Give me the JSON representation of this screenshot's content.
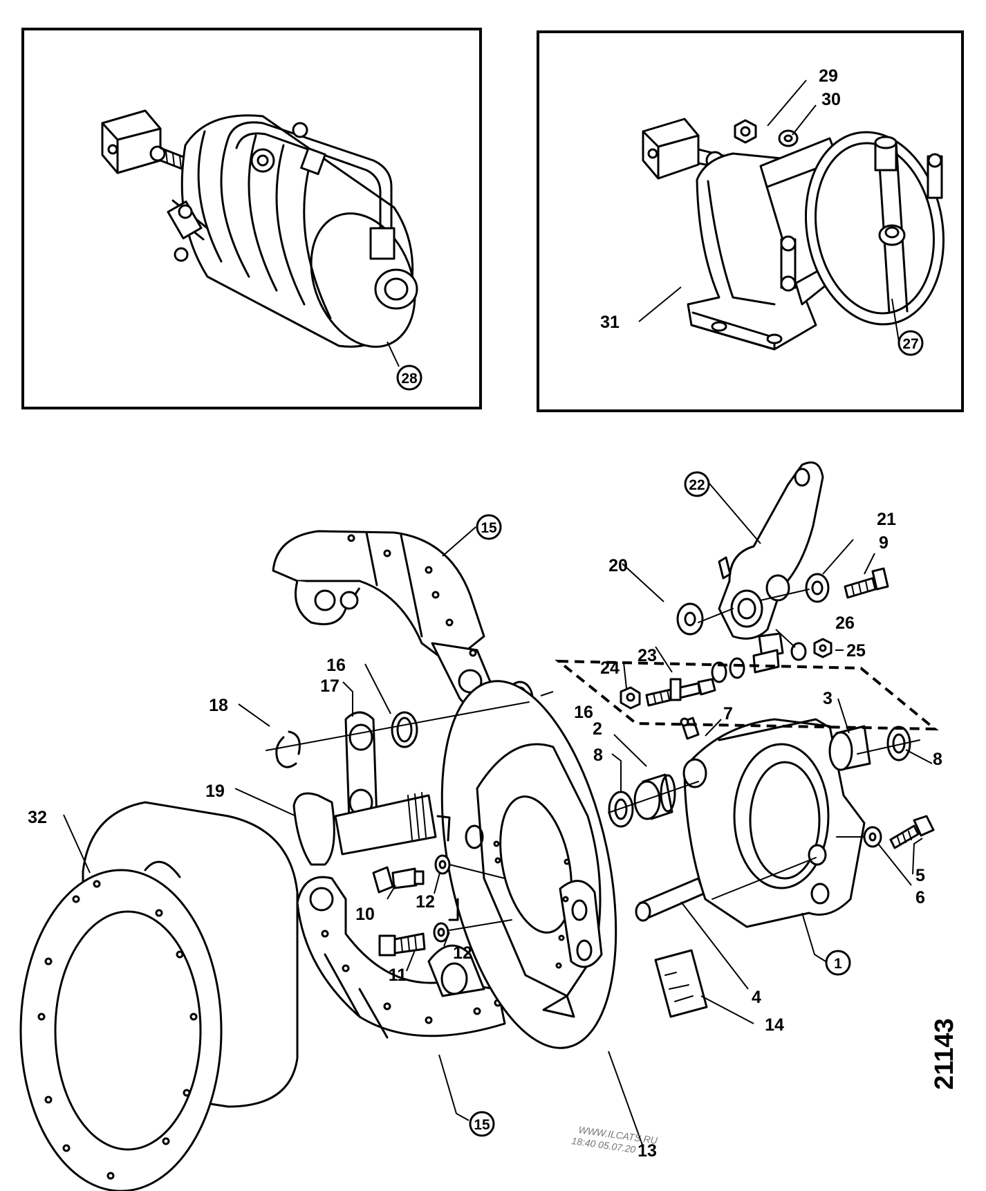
{
  "callouts": {
    "c1": "1",
    "c2": "2",
    "c3": "3",
    "c4": "4",
    "c5": "5",
    "c6": "6",
    "c7": "7",
    "c8a": "8",
    "c8b": "8",
    "c9": "9",
    "c10": "10",
    "c11": "11",
    "c12a": "12",
    "c12b": "12",
    "c13": "13",
    "c14": "14",
    "c15a": "15",
    "c15b": "15",
    "c16a": "16",
    "c16b": "16",
    "c17": "17",
    "c18": "18",
    "c19": "19",
    "c20": "20",
    "c21": "21",
    "c22": "22",
    "c23": "23",
    "c24": "24",
    "c25": "25",
    "c26": "26",
    "c27": "27",
    "c28": "28",
    "c29": "29",
    "c30": "30",
    "c31": "31",
    "c32": "32"
  },
  "figure_number": "21143",
  "watermark": {
    "line1": "WWW.ILCATS.RU",
    "line2": "18:40 05.07.20"
  }
}
